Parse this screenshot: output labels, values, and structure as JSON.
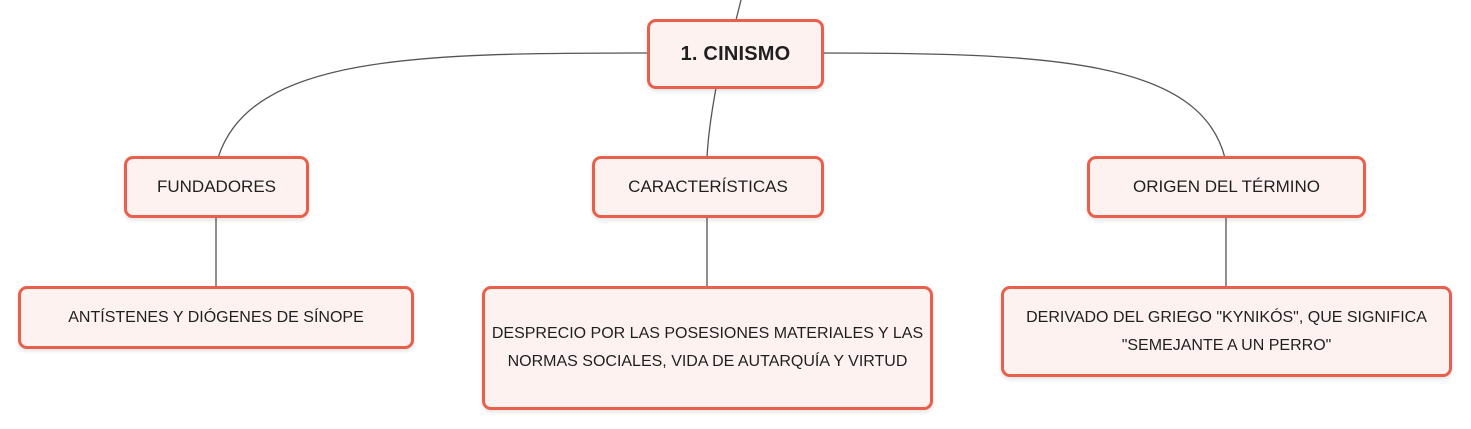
{
  "root": {
    "label": "1. CINISMO"
  },
  "branches": [
    {
      "label": "FUNDADORES",
      "detail": "ANTÍSTENES Y DIÓGENES DE SÍNOPE"
    },
    {
      "label": "CARACTERÍSTICAS",
      "detail": "DESPRECIO POR LAS POSESIONES MATERIALES Y LAS NORMAS SOCIALES, VIDA DE AUTARQUÍA Y VIRTUD"
    },
    {
      "label": "ORIGEN DEL TÉRMINO",
      "detail": "DERIVADO DEL GRIEGO \"KYNIKÓS\", QUE SIGNIFICA \"SEMEJANTE A UN PERRO\""
    }
  ],
  "colors": {
    "node_border": "#e8604c",
    "node_fill": "#fdf2f0",
    "connector": "#555555"
  }
}
